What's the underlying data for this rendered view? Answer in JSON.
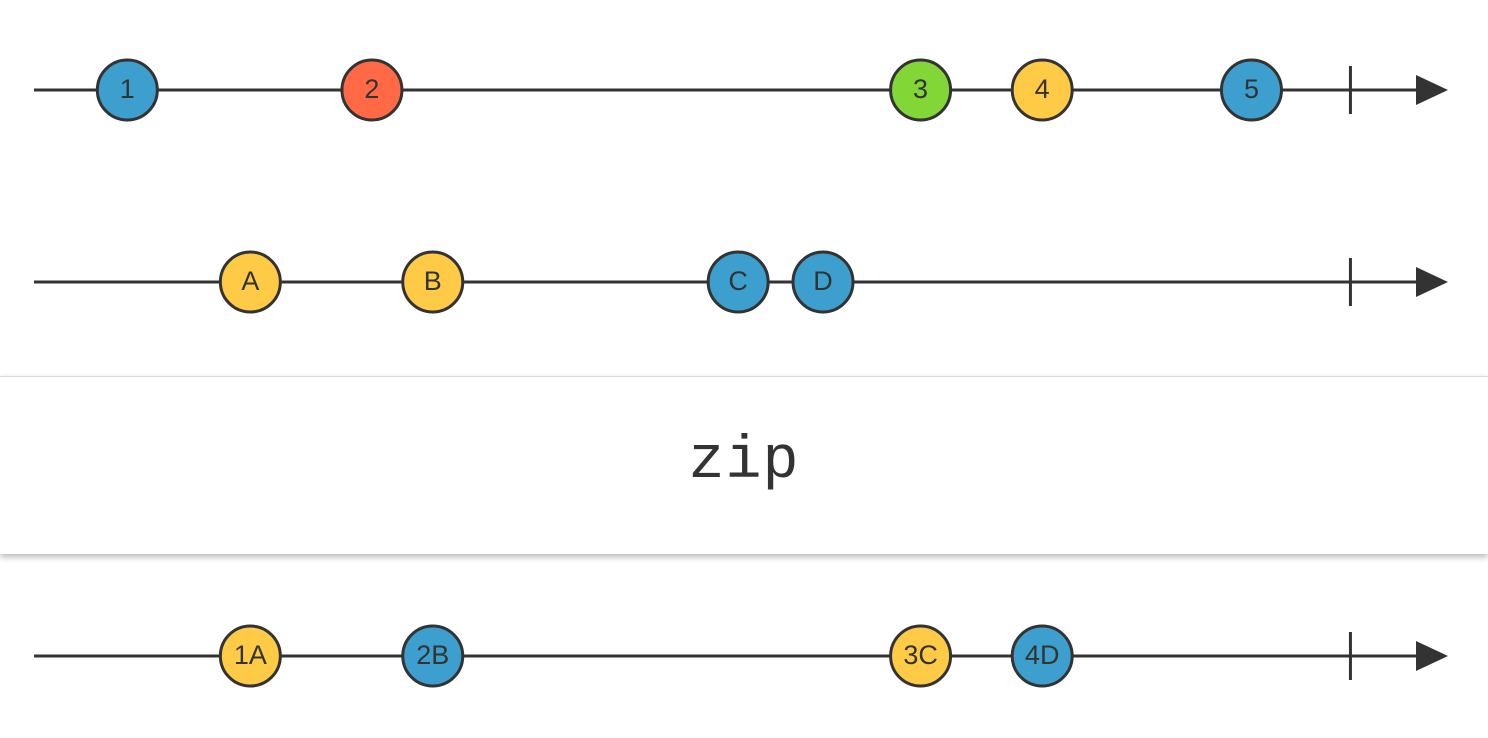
{
  "operator": {
    "label": "zip"
  },
  "colors": {
    "blue": "#3d9fce",
    "red": "#ff6946",
    "green": "#82d736",
    "yellow": "#ffcb46",
    "line": "#333333"
  },
  "timelines": [
    {
      "name": "input-1",
      "marbles": [
        {
          "label": "1",
          "color": "blue",
          "t": 0.066
        },
        {
          "label": "2",
          "color": "red",
          "t": 0.239
        },
        {
          "label": "3",
          "color": "green",
          "t": 0.627
        },
        {
          "label": "4",
          "color": "yellow",
          "t": 0.713
        },
        {
          "label": "5",
          "color": "blue",
          "t": 0.861
        }
      ]
    },
    {
      "name": "input-2",
      "marbles": [
        {
          "label": "A",
          "color": "yellow",
          "t": 0.153
        },
        {
          "label": "B",
          "color": "yellow",
          "t": 0.282
        },
        {
          "label": "C",
          "color": "blue",
          "t": 0.498
        },
        {
          "label": "D",
          "color": "blue",
          "t": 0.558
        }
      ]
    },
    {
      "name": "output",
      "marbles": [
        {
          "label": "1A",
          "color": "yellow",
          "t": 0.153
        },
        {
          "label": "2B",
          "color": "blue",
          "t": 0.282
        },
        {
          "label": "3C",
          "color": "yellow",
          "t": 0.627
        },
        {
          "label": "4D",
          "color": "blue",
          "t": 0.713
        }
      ]
    }
  ],
  "completion_t": 0.931
}
